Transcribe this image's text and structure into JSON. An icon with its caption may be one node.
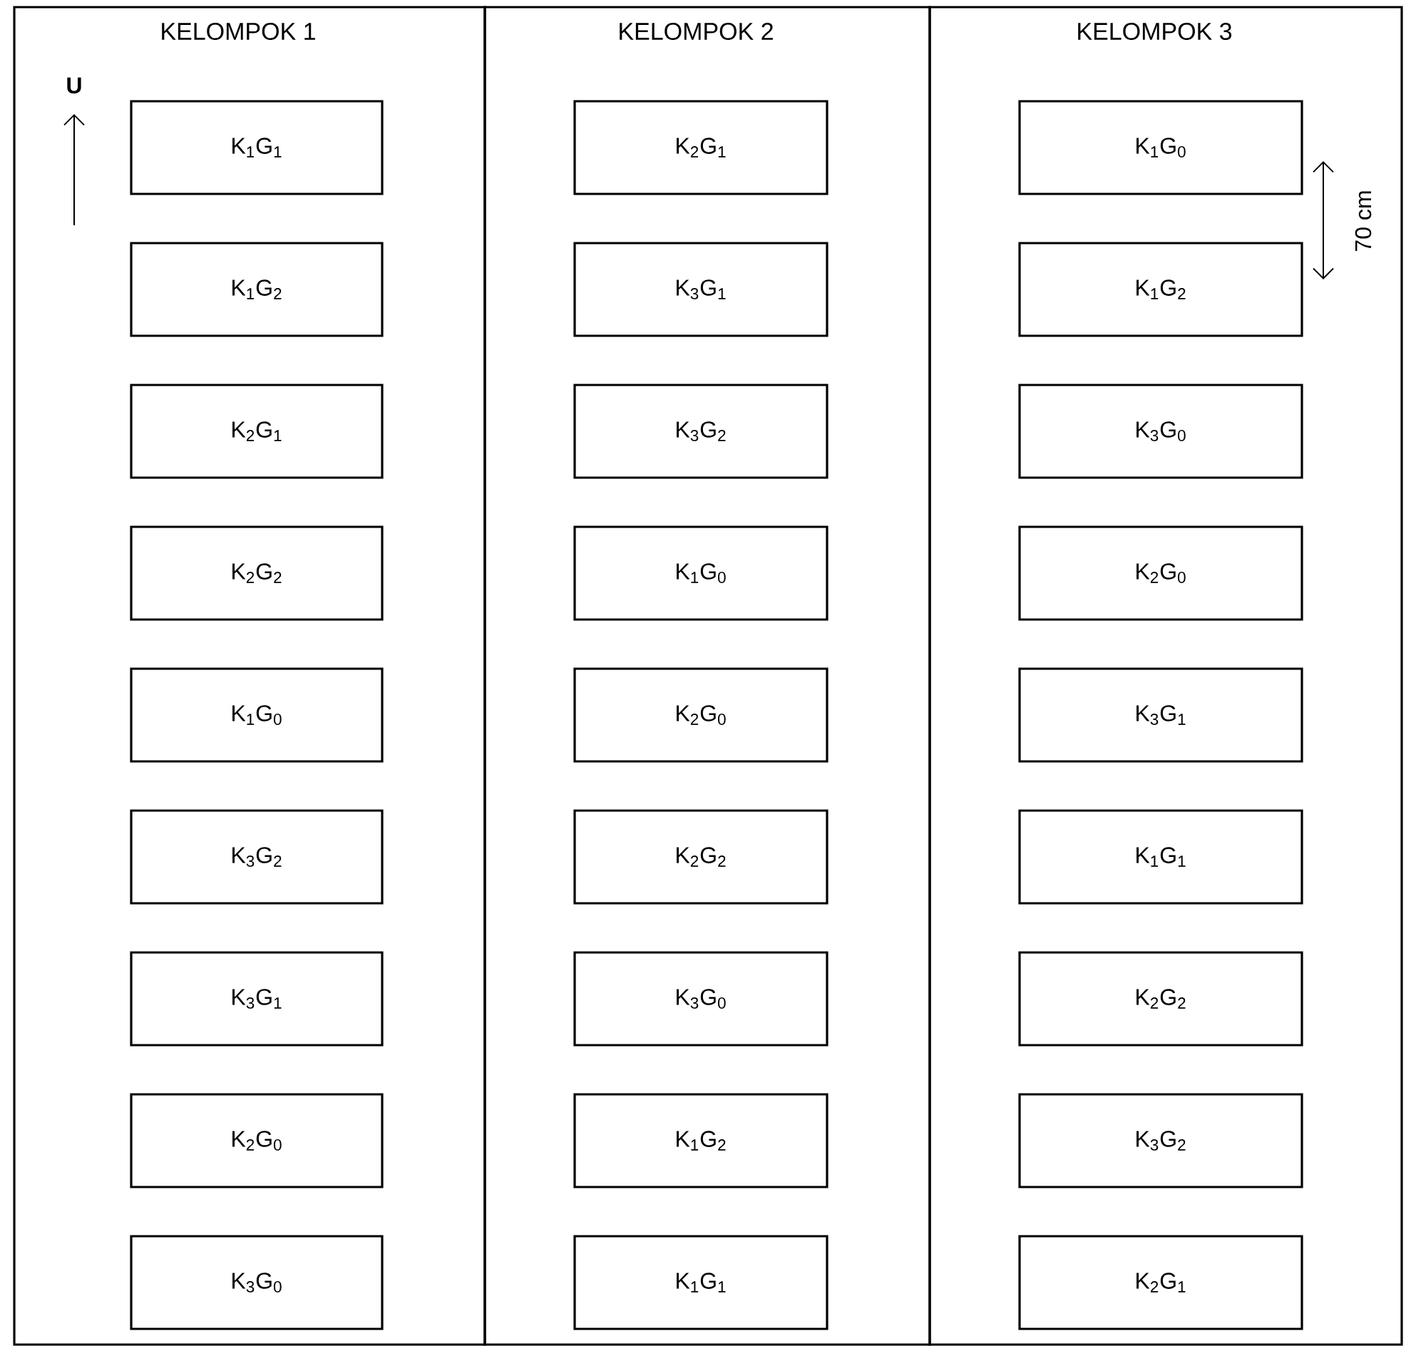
{
  "diagram": {
    "nodes": [
      {
        "text": [
          "KELOMPOK 1"
        ]
      },
      {
        "text": [
          "K$_{1}$G$_{1}$"
        ],
        "in": 0
      },
      {
        "text": [
          "K$_{1}$G$_{2}$"
        ],
        "in": 0
      },
      {
        "text": [
          "K$_{2}$G$_{1}$"
        ],
        "in": 0
      },
      {
        "text": [
          "K$_{2}$G$_{2}$"
        ],
        "in": 0
      },
      {
        "text": [
          "K$_{1}$G$_{0}$"
        ],
        "in": 0
      },
      {
        "text": [
          "K$_{3}$G$_{2}$"
        ],
        "in": 0
      },
      {
        "text": [
          "K$_{3}$G$_{1}$"
        ],
        "in": 0
      },
      {
        "text": [
          "K$_{2}$G$_{0}$"
        ],
        "in": 0
      },
      {
        "text": [
          "K$_{3}$G$_{0}$"
        ],
        "in": 0
      },
      {
        "text": [
          "KELOMPOK 2"
        ]
      },
      {
        "text": [
          "K$_{2}$G$_{1}$"
        ],
        "in": 10
      },
      {
        "text": [
          "K$_{3}$G$_{1}$"
        ],
        "in": 10
      },
      {
        "text": [
          "K$_{3}$G$_{2}$"
        ],
        "in": 10
      },
      {
        "text": [
          "K$_{1}$G$_{0}$"
        ],
        "in": 10
      },
      {
        "text": [
          "K$_{2}$G$_{0}$"
        ],
        "in": 10
      },
      {
        "text": [
          "K$_{2}$G$_{2}$"
        ],
        "in": 10
      },
      {
        "text": [
          "K$_{3}$G$_{0}$"
        ],
        "in": 10
      },
      {
        "text": [
          "K$_{1}$G$_{2}$"
        ],
        "in": 10
      },
      {
        "text": [
          "K$_{1}$G$_{1}$"
        ],
        "in": 10
      },
      {
        "text": [
          "KELOMPOK 3"
        ]
      },
      {
        "text": [
          "K$_{1}$G$_{0}$"
        ],
        "in": 20
      },
      {
        "text": [
          "K$_{1}$G$_{2}$"
        ],
        "in": 20
      },
      {
        "text": [
          "K$_{3}$G$_{0}$"
        ],
        "in": 20
      },
      {
        "text": [
          "K$_{2}$G$_{0}$"
        ],
        "in": 20
      },
      {
        "text": [
          "K$_{3}$G$_{1}$"
        ],
        "in": 20
      },
      {
        "text": [
          "K$_{1}$G$_{1}$"
        ],
        "in": 20
      },
      {
        "text": [
          "K$_{2}$G$_{2}$"
        ],
        "in": 20
      },
      {
        "text": [
          "K$_{3}$G$_{2}$"
        ],
        "in": 20
      },
      {
        "text": [
          "K$_{2}$G$_{1}$"
        ],
        "in": 20
      }
    ],
    "labels": [
      "U",
      "70 cm"
    ]
  }
}
